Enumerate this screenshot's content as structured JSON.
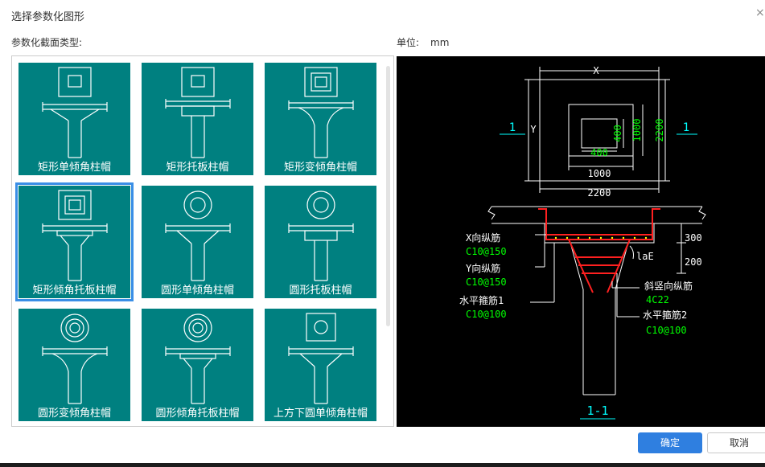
{
  "dialog": {
    "title": "选择参数化图形",
    "section_label": "参数化截面类型:",
    "unit_label": "单位:",
    "unit_value": "mm",
    "ok_label": "确定",
    "cancel_label": "取消",
    "accent_color": "#2f7fe0",
    "tile_color": "#008080"
  },
  "gallery": {
    "selected_index": 3,
    "items": [
      {
        "label": "矩形单倾角柱帽"
      },
      {
        "label": "矩形托板柱帽"
      },
      {
        "label": "矩形变倾角柱帽"
      },
      {
        "label": "矩形倾角托板柱帽"
      },
      {
        "label": "圆形单倾角柱帽"
      },
      {
        "label": "圆形托板柱帽"
      },
      {
        "label": "圆形变倾角柱帽"
      },
      {
        "label": "圆形倾角托板柱帽"
      },
      {
        "label": "上方下圆单倾角柱帽"
      }
    ]
  },
  "preview": {
    "dim_x": "X",
    "dim_y": "Y",
    "dim_400_h": "400",
    "dim_400_v": "400",
    "dim_1000_h": "1000",
    "dim_1000_v": "1000",
    "dim_2200_h": "2200",
    "dim_2200_v": "2200",
    "section_mark": "1",
    "depth_300": "300",
    "depth_200": "200",
    "lae": "laE",
    "x_bar_label": "X向纵筋",
    "x_bar_value": "C10@150",
    "y_bar_label": "Y向纵筋",
    "y_bar_value": "C10@150",
    "hoop1_label": "水平箍筋1",
    "hoop1_value": "C10@100",
    "slant_label": "斜竖向纵筋",
    "slant_value": "4C22",
    "hoop2_label": "水平箍筋2",
    "hoop2_value": "C10@100",
    "section_title": "1-1"
  }
}
